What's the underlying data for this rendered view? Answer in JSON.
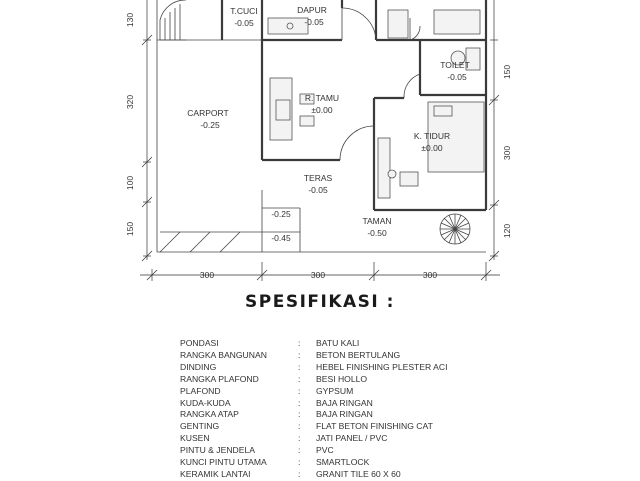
{
  "plan": {
    "rooms": [
      {
        "id": "tcuci",
        "name": "T.CUCI",
        "level": "-0.05"
      },
      {
        "id": "dapur",
        "name": "DAPUR",
        "level": "-0.05"
      },
      {
        "id": "toilet",
        "name": "TOILET",
        "level": "-0.05"
      },
      {
        "id": "carport",
        "name": "CARPORT",
        "level": "-0.25"
      },
      {
        "id": "rtamu",
        "name": "R. TAMU",
        "level": "±0.00"
      },
      {
        "id": "ktidur",
        "name": "K. TIDUR",
        "level": "±0.00"
      },
      {
        "id": "teras",
        "name": "TERAS",
        "level": "-0.05"
      },
      {
        "id": "taman",
        "name": "TAMAN",
        "level": "-0.50"
      }
    ],
    "levels_extra": [
      "-0.25",
      "-0.45"
    ],
    "dims_left": [
      "130",
      "320",
      "100",
      "150"
    ],
    "dims_right": [
      "150",
      "300",
      "120"
    ],
    "dims_bottom": [
      "300",
      "300",
      "300"
    ]
  },
  "spec": {
    "title": "SPESIFIKASI :",
    "separator": ":",
    "rows": [
      {
        "key": "PONDASI",
        "value": "BATU KALI"
      },
      {
        "key": "RANGKA BANGUNAN",
        "value": "BETON BERTULANG"
      },
      {
        "key": "DINDING",
        "value": "HEBEL FINISHING PLESTER ACI"
      },
      {
        "key": "RANGKA PLAFOND",
        "value": "BESI HOLLO"
      },
      {
        "key": "PLAFOND",
        "value": "GYPSUM"
      },
      {
        "key": "KUDA-KUDA",
        "value": "BAJA RINGAN"
      },
      {
        "key": "RANGKA ATAP",
        "value": "BAJA RINGAN"
      },
      {
        "key": "GENTING",
        "value": "FLAT BETON FINISHING CAT"
      },
      {
        "key": "KUSEN",
        "value": "JATI PANEL / PVC"
      },
      {
        "key": "PINTU & JENDELA",
        "value": "PVC"
      },
      {
        "key": "KUNCI PINTU UTAMA",
        "value": "SMARTLOCK"
      },
      {
        "key": "KERAMIK LANTAI",
        "value": "GRANIT TILE 60 X 60"
      }
    ]
  }
}
